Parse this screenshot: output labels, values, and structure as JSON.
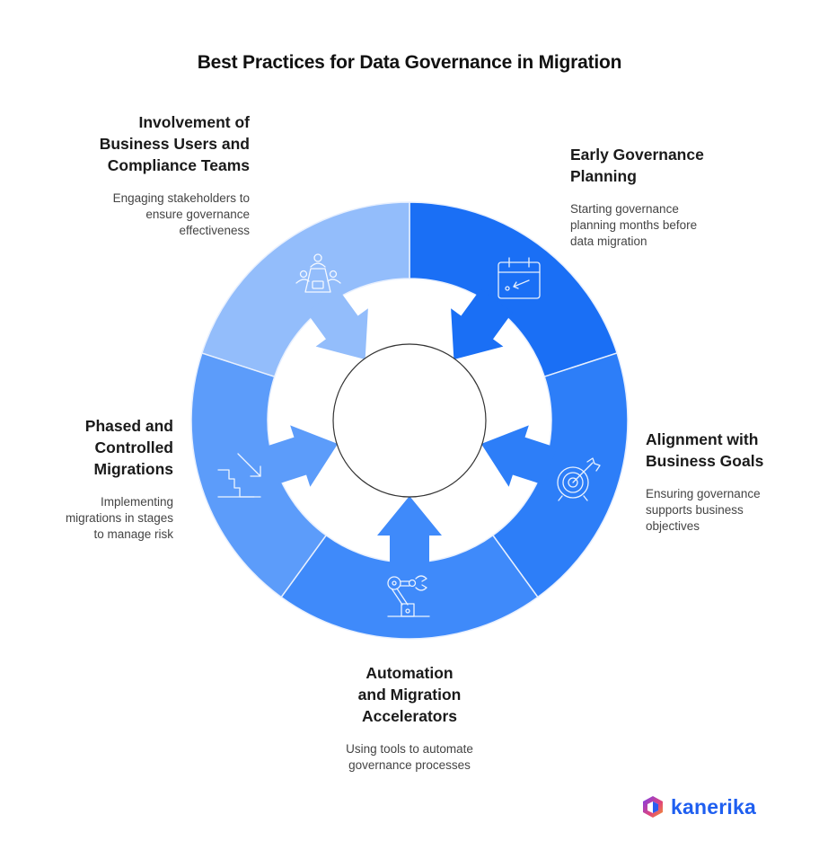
{
  "title": "Best Practices for Data Governance in Migration",
  "colors": {
    "segment_1": "#1A6FF5",
    "segment_2": "#2D7EF8",
    "segment_3": "#3F8AFA",
    "segment_4": "#5C9CFA",
    "segment_5": "#93BDFB",
    "divider": "#E8F0FE",
    "center_circle_stroke": "#333333",
    "logo_text": "#1F5FF0"
  },
  "practices": [
    {
      "heading": "Early Governance Planning",
      "heading_lines": [
        "Early Governance",
        "Planning"
      ],
      "description_lines": [
        "Starting governance",
        "planning months before",
        "data migration"
      ],
      "icon": "calendar-arrow-icon"
    },
    {
      "heading": "Alignment with Business Goals",
      "heading_lines": [
        "Alignment with",
        "Business Goals"
      ],
      "description_lines": [
        "Ensuring governance",
        "supports business",
        "objectives"
      ],
      "icon": "target-dart-icon"
    },
    {
      "heading": "Automation and Migration Accelerators",
      "heading_lines": [
        "Automation",
        "and Migration",
        "Accelerators"
      ],
      "description_lines": [
        "Using tools to automate",
        "governance processes"
      ],
      "icon": "robotic-arm-icon"
    },
    {
      "heading": "Phased and Controlled Migrations",
      "heading_lines": [
        "Phased and",
        "Controlled",
        "Migrations"
      ],
      "description_lines": [
        "Implementing",
        "migrations in stages",
        "to manage risk"
      ],
      "icon": "stairs-down-icon"
    },
    {
      "heading": "Involvement of Business Users and Compliance Teams",
      "heading_lines": [
        "Involvement of",
        "Business Users and",
        "Compliance Teams"
      ],
      "description_lines": [
        "Engaging stakeholders to",
        "ensure governance",
        "effectiveness"
      ],
      "icon": "meeting-team-icon"
    }
  ],
  "logo": {
    "text": "kanerika",
    "icon": "kanerika-cube-icon"
  }
}
